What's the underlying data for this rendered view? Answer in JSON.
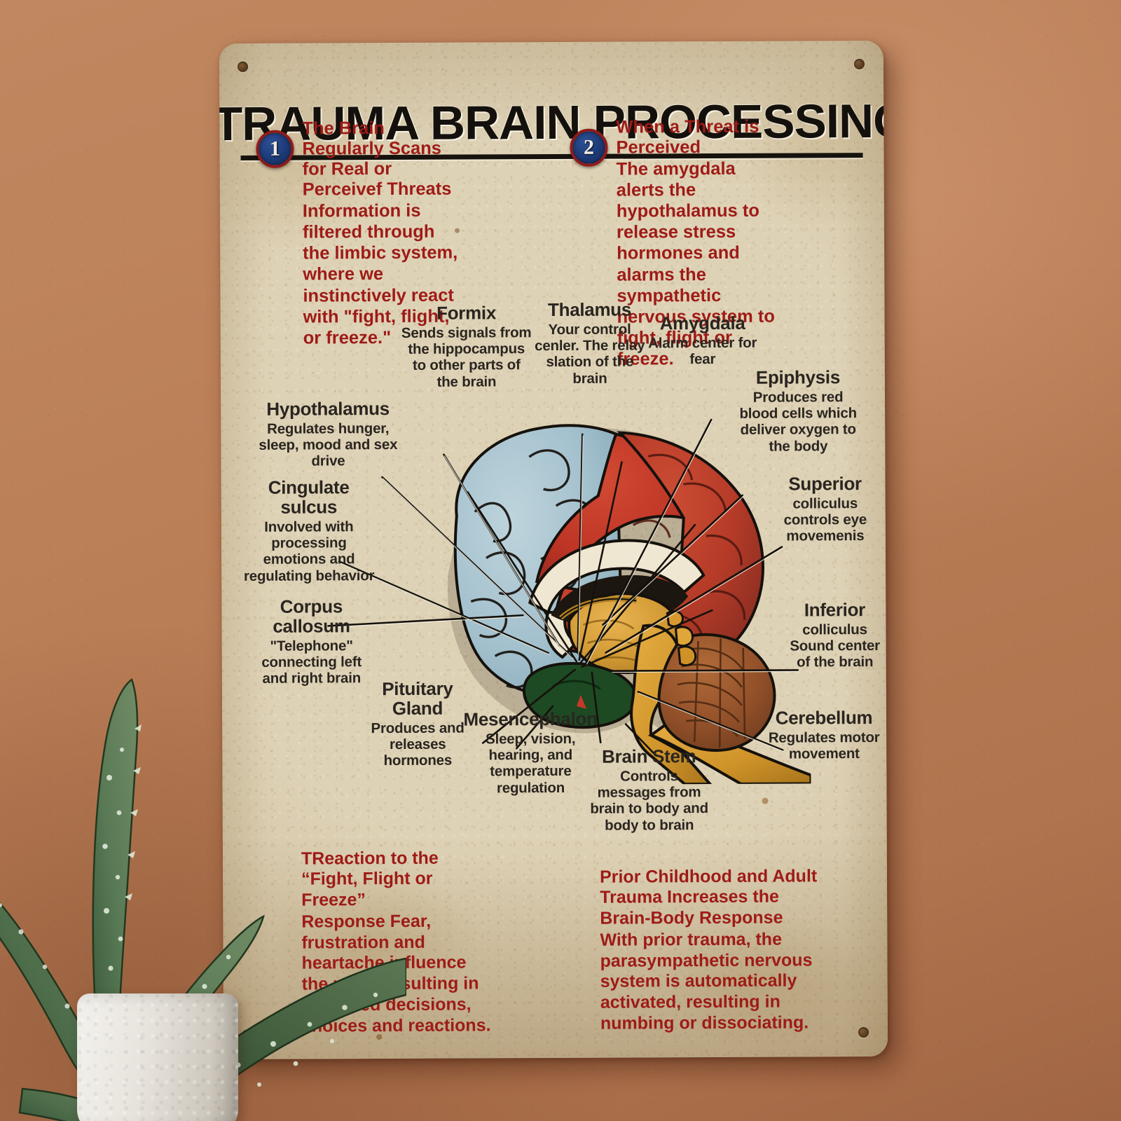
{
  "scene": {
    "wall_color": "#b87c59",
    "sign_bg_color": "#ded2b6",
    "accent_red": "#9e1b17",
    "label_dark": "#2a2520",
    "badge_blue": "#1d3a76",
    "badge_ring_red": "#8f1b19"
  },
  "sign": {
    "title": "TRAUMA BRAIN PROCESSING"
  },
  "steps": [
    {
      "number": "1",
      "heading": "The Brain Regularly Scans for Real or Perceivef Threats",
      "body": "Information is filtered through the limbic system, where we instinctively react with \"fight, flight, or freeze.\""
    },
    {
      "number": "2",
      "heading": "When a Threat is Perceived",
      "body": "The amygdala alerts the hypothalamus to release stress hormones and alarms the sympathetic nervous system to fight, flight or freeze."
    }
  ],
  "anatomy_labels": [
    {
      "title": "Hypothalamus",
      "desc": "Regulates hunger, sleep, mood and sex drive"
    },
    {
      "title": "Cingulate sulcus",
      "desc": "Involved with processing emotions and regulating behavior"
    },
    {
      "title": "Corpus callosum",
      "desc": "\"Telephone\" connecting left and right brain"
    },
    {
      "title": "Formix",
      "desc": "Sends signals from the hippocampus to other parts of the brain"
    },
    {
      "title": "Thalamus",
      "desc": "Your control cenler. The relay slation of the brain"
    },
    {
      "title": "Amygdala",
      "desc": "Alarm center for fear"
    },
    {
      "title": "Epiphysis",
      "desc": "Produces red blood cells which deliver oxygen to the body"
    },
    {
      "title": "Superior",
      "desc": "colliculus controls eye movemenis"
    },
    {
      "title": "Inferior",
      "desc": "colliculus Sound center of the brain"
    },
    {
      "title": "Cerebellum",
      "desc": "Regulates motor movement"
    },
    {
      "title": "Pituitary Gland",
      "desc": "Produces and releases hormones"
    },
    {
      "title": "Mesencephalon",
      "desc": "Sleep, vision, hearing, and temperature regulation"
    },
    {
      "title": "Brain Stem",
      "desc": "Controls messages from brain to body and body to brain"
    }
  ],
  "bottom_blocks": [
    {
      "heading": "TReaction to the “Fight, Flight or Freeze”",
      "body": "Response Fear, frustration and heartache influence the mind, resulting in unrelated decisions, choices and reactions."
    },
    {
      "heading": "Prior Childhood and Adult Trauma Increases the Brain-Body Response",
      "body": "With prior trauma, the parasympathetic nervous system is automatically activated, resulting in numbing or dissociating."
    }
  ],
  "brain_colors": {
    "frontal_lobe": "#a8c3ce",
    "motor_band": "#c1352a",
    "occipital": "#c0412f",
    "cerebellum": "#9c5a33",
    "central_gold": "#d69b33",
    "corpus_white": "#efe6d0",
    "green_lobe": "#1d4a22"
  }
}
